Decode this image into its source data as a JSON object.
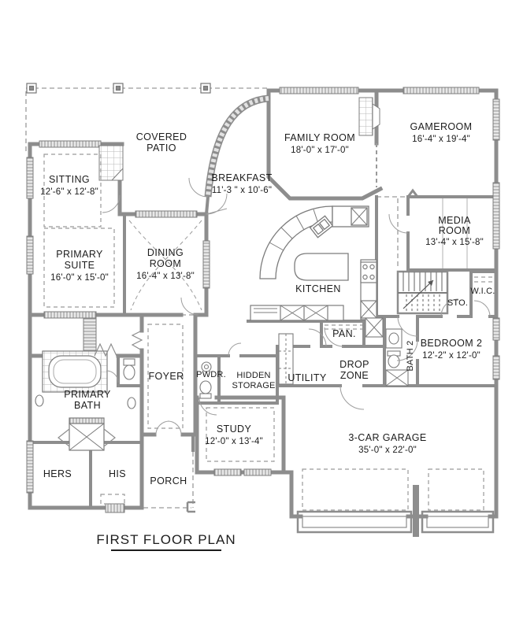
{
  "title": "FIRST FLOOR PLAN",
  "colors": {
    "wall": "#8d8d8d",
    "text": "#1c1c1c",
    "dash": "#9a9a9a",
    "background": "#ffffff",
    "window_fill": "#e8e8e8"
  },
  "rooms": {
    "covered_patio": {
      "line1": "COVERED",
      "line2": "PATIO"
    },
    "family_room": {
      "name": "FAMILY ROOM",
      "dims": "18'-0\" x 17'-0\""
    },
    "gameroom": {
      "name": "GAMEROOM",
      "dims": "16'-4\" x 19'-4\""
    },
    "sitting": {
      "name": "SITTING",
      "dims": "12'-6\" x 12'-8\""
    },
    "breakfast": {
      "name": "BREAKFAST",
      "dims": "11'-3 \" x 10'-6\""
    },
    "media_room": {
      "line1": "MEDIA",
      "line2": "ROOM",
      "dims": "13'-4\" x 15'-8\""
    },
    "primary_suite": {
      "line1": "PRIMARY",
      "line2": "SUITE",
      "dims": "16'-0\" x 15'-0\""
    },
    "dining_room": {
      "line1": "DINING",
      "line2": "ROOM",
      "dims": "16'-4\" x 13'-8\""
    },
    "kitchen": {
      "name": "KITCHEN"
    },
    "storage": {
      "name": "STO."
    },
    "walk_in_closet": {
      "name": "W.I.C."
    },
    "pantry": {
      "name": "PAN."
    },
    "bedroom2": {
      "name": "BEDROOM 2",
      "dims": "12'-2\" x 12'-0\""
    },
    "bath2": {
      "name": "BATH 2"
    },
    "foyer": {
      "name": "FOYER"
    },
    "powder": {
      "name": "PWDR."
    },
    "hidden_storage": {
      "line1": "HIDDEN",
      "line2": "STORAGE"
    },
    "utility": {
      "name": "UTILITY"
    },
    "drop_zone": {
      "line1": "DROP",
      "line2": "ZONE"
    },
    "primary_bath": {
      "line1": "PRIMARY",
      "line2": "BATH"
    },
    "study": {
      "name": "STUDY",
      "dims": "12'-0\" x 13'-4\""
    },
    "garage": {
      "name": "3-CAR GARAGE",
      "dims": "35'-0\" x 22'-0\""
    },
    "hers": {
      "name": "HERS"
    },
    "his": {
      "name": "HIS"
    },
    "porch": {
      "name": "PORCH"
    }
  }
}
